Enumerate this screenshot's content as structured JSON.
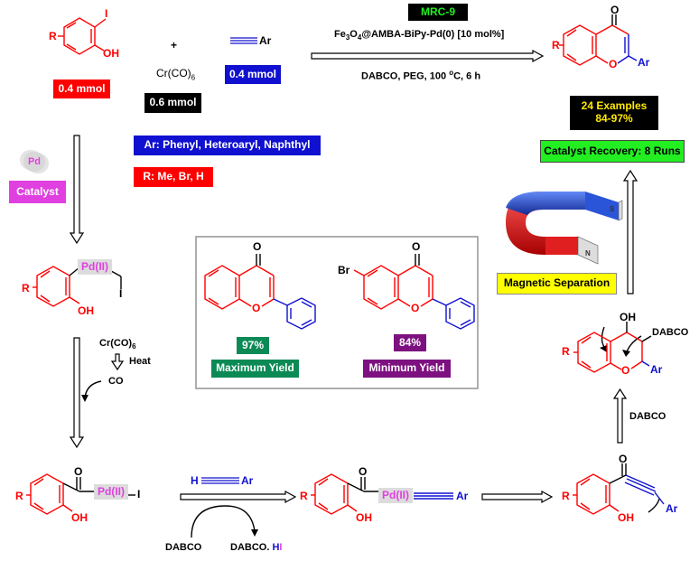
{
  "reaction": {
    "catalyst_tag": "MRC-9",
    "catalyst_line_base": "Fe",
    "catalyst_line_sub1": "3",
    "catalyst_line_mid": "O",
    "catalyst_line_sub2": "4",
    "catalyst_line_rest": "@AMBA-BiPy-Pd(0) [10 mol%]",
    "conditions_pre": "DABCO, PEG, 100 ",
    "conditions_sup": "o",
    "conditions_post": "C, 6 h"
  },
  "reagents": {
    "iodophenol_amount": "0.4 mmol",
    "plus": "+",
    "crco6_base": "Cr(CO)",
    "crco6_sub": "6",
    "crco6_amount": "0.6 mmol",
    "alkyne_amount": "0.4 mmol"
  },
  "scope": {
    "ar_label": "Ar: Phenyl, Heteroaryl, Naphthyl",
    "r_label": "R: Me, Br, H"
  },
  "results": {
    "examples": "24 Examples",
    "yield_range": "84-97%",
    "recovery": "Catalyst Recovery: 8 Runs"
  },
  "mechanism": {
    "catalyst_bubble": "Pd",
    "catalyst_label": "Catalyst",
    "pd2": "Pd(II)",
    "crco6_base": "Cr(CO)",
    "crco6_sub": "6",
    "heat": "Heat",
    "co": "CO",
    "dabco": "DABCO",
    "dabco_hi_prefix": "DABCO. ",
    "dabco_hi_h": "H",
    "dabco_hi_i": "I",
    "magnetic_separation": "Magnetic Separation",
    "atom_I": "I",
    "atom_O": "O",
    "atom_OH": "OH",
    "atom_R": "R",
    "atom_Ar": "Ar",
    "atom_H": "H",
    "atom_Br": "Br",
    "magnet_N": "N",
    "magnet_S": "S"
  },
  "inset": {
    "max_yield_value": "97%",
    "max_yield_label": "Maximum Yield",
    "min_yield_value": "84%",
    "min_yield_label": "Minimum Yield"
  },
  "colors": {
    "red": "#ff0000",
    "blue": "#1010d0",
    "magenta": "#e040e0",
    "green_tag": "#0c8a55",
    "purple_tag": "#7d1180",
    "bright_green": "#22ee22",
    "yellow": "#ffff00"
  }
}
